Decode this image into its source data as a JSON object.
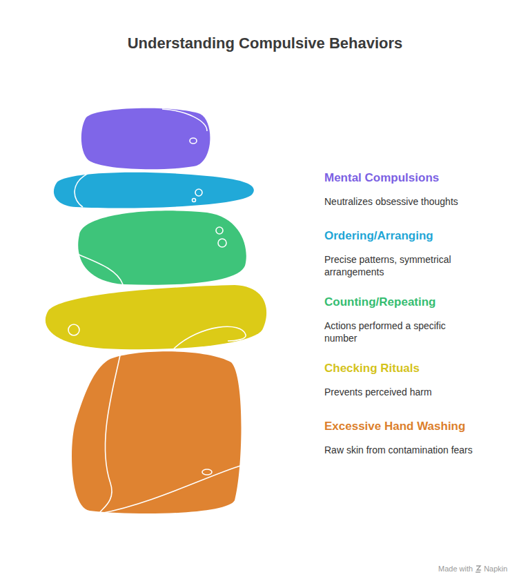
{
  "diagram": {
    "title": "Understanding Compulsive Behaviors",
    "nodes": [
      {
        "text": [
          "Mental Compulsions",
          "Neutralizes obsessive thoughts"
        ]
      },
      {
        "text": [
          "Ordering/Arranging",
          "Precise patterns, symmetrical arrangements"
        ]
      },
      {
        "text": [
          "Counting/Repeating",
          "Actions performed a specific number"
        ]
      },
      {
        "text": [
          "Checking Rituals",
          "Prevents perceived harm"
        ]
      },
      {
        "text": [
          "Excessive Hand Washing",
          "Raw skin from contamination fears"
        ]
      }
    ],
    "labels": [
      "Made with",
      "Napkin"
    ]
  }
}
